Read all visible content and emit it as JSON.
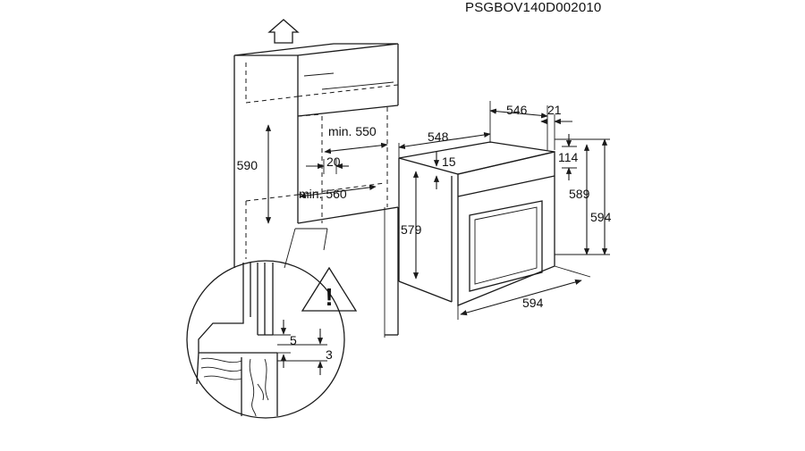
{
  "code": "PSGBOV140D002010",
  "cabinet": {
    "niche_height": "590",
    "niche_width_min": "min. 550",
    "niche_depth_min": "min. 560",
    "gap": "20"
  },
  "oven": {
    "depth_total": "548",
    "depth_body": "546",
    "front_thickness": "21",
    "top_offset": "15",
    "body_height": "579",
    "panel_height": "114",
    "height_inner": "589",
    "height_total": "594",
    "width": "594"
  },
  "detail": {
    "dim_5": "5",
    "dim_3": "3",
    "warning_symbol": "!"
  }
}
